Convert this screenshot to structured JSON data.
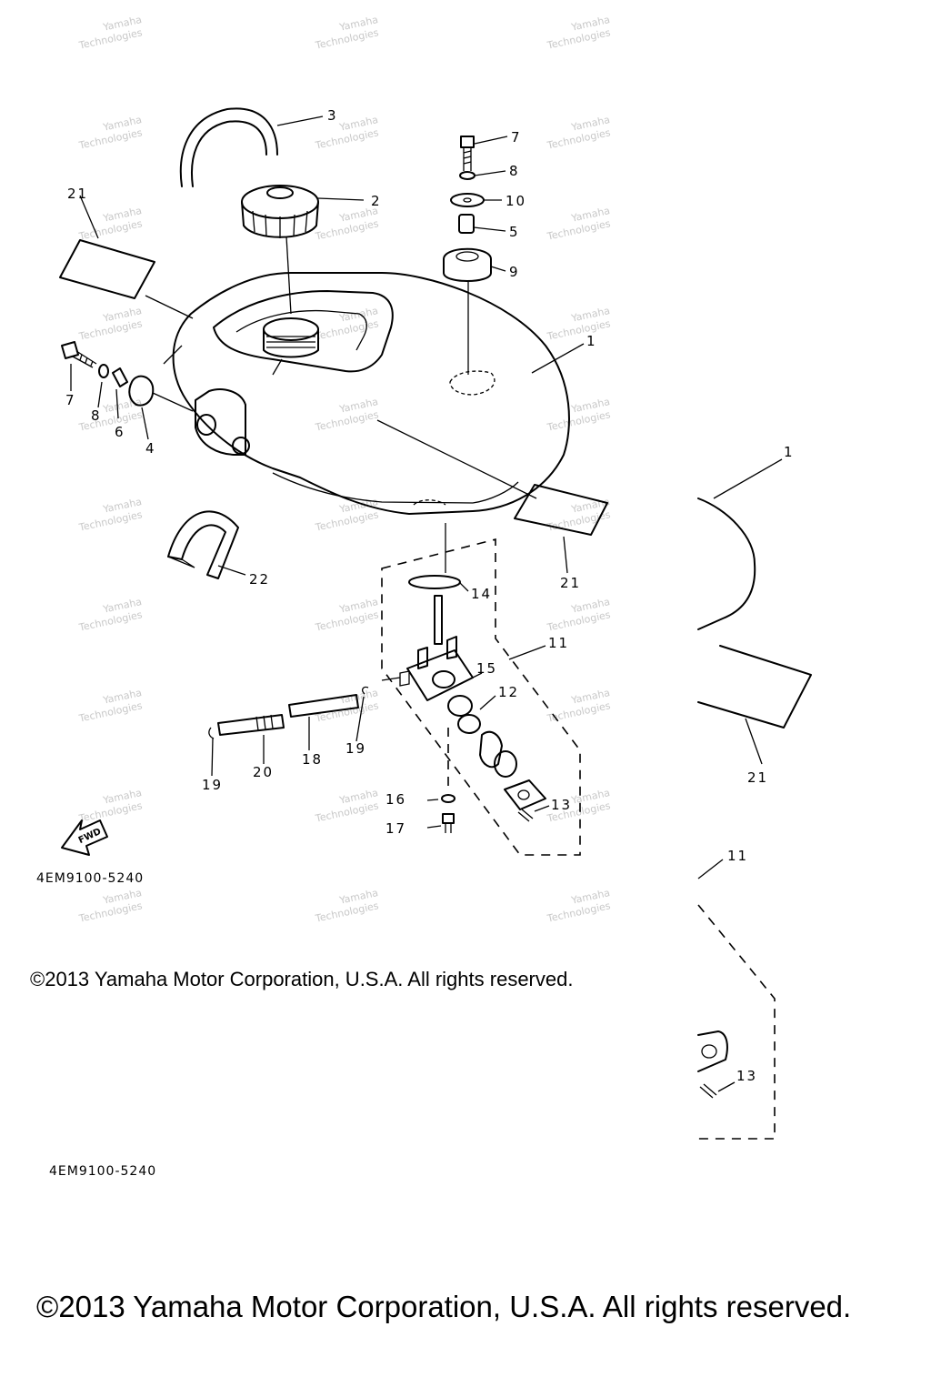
{
  "diagram": {
    "callouts": {
      "c1": "1",
      "c1b": "1",
      "c2": "2",
      "c3": "3",
      "c4": "4",
      "c5": "5",
      "c6": "6",
      "c7a": "7",
      "c7b": "7",
      "c8a": "8",
      "c8b": "8",
      "c9": "9",
      "c10": "10",
      "c11": "11",
      "c11b": "11",
      "c12": "12",
      "c13": "13",
      "c13b": "13",
      "c14": "14",
      "c15": "15",
      "c16": "16",
      "c17": "17",
      "c18": "18",
      "c19a": "19",
      "c19b": "19",
      "c20": "20",
      "c21a": "21",
      "c21b": "21",
      "c21c": "21",
      "c22": "22"
    },
    "fwd_label": "FWD",
    "part_code": "4EM9100-5240",
    "part_code_2": "4EM9100-5240",
    "copyright_small": "©2013 Yamaha Motor Corporation, U.S.A. All rights reserved.",
    "copyright_large": "©2013 Yamaha Motor Corporation, U.S.A. All rights reserved.",
    "watermark_line1": "Yamaha",
    "watermark_line2": "Technologies"
  }
}
